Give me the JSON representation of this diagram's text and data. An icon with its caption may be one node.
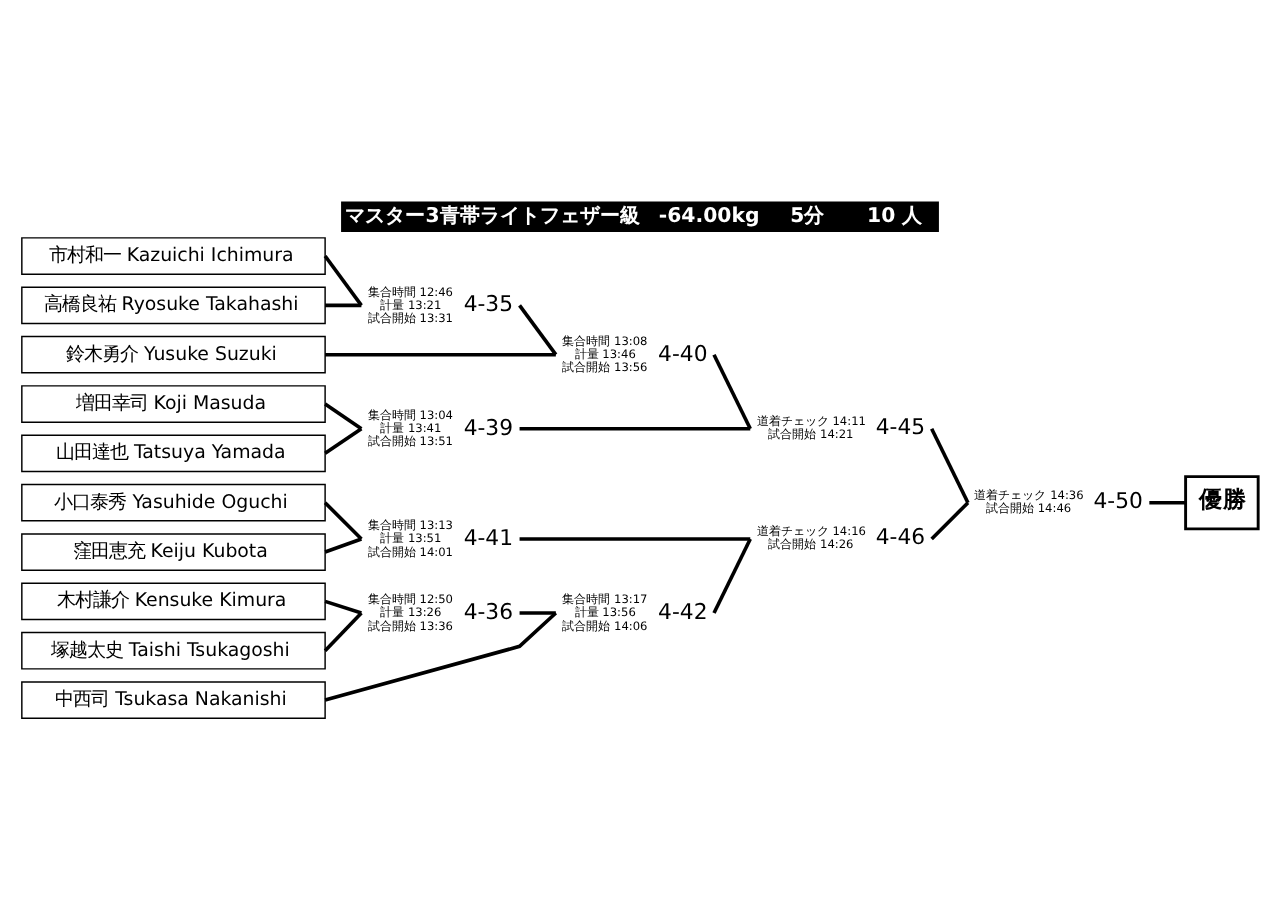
{
  "diagram": {
    "title": "マスター3青帯ライトフェザー級",
    "nodes": [
      {
        "text": [
          "市村和一 Kazuichi Ichimura"
        ]
      },
      {
        "text": [
          "高橋良祐 Ryosuke Takahashi"
        ]
      },
      {
        "text": [
          "鈴木勇介 Yusuke Suzuki"
        ]
      },
      {
        "text": [
          "増田幸司 Koji Masuda"
        ]
      },
      {
        "text": [
          "山田達也 Tatsuya Yamada"
        ]
      },
      {
        "text": [
          "小口泰秀 Yasuhide Oguchi"
        ]
      },
      {
        "text": [
          "窪田恵充 Keiju Kubota"
        ]
      },
      {
        "text": [
          "木村謙介 Kensuke Kimura"
        ]
      },
      {
        "text": [
          "塚越太史 Taishi Tsukagoshi"
        ]
      },
      {
        "text": [
          "中西司 Tsukasa Nakanishi"
        ]
      },
      {
        "text": [
          "4-35"
        ],
        "beside": [
          "集合時間 12:46",
          "計量 13:21",
          "試合開始 13:31"
        ]
      },
      {
        "text": [
          "4-40"
        ],
        "beside": [
          "集合時間 13:08",
          "計量 13:46",
          "試合開始 13:56"
        ]
      },
      {
        "text": [
          "4-45"
        ],
        "beside": [
          "道着チェック 14:11",
          "試合開始 14:21"
        ]
      },
      {
        "text": [
          "4-39"
        ],
        "beside": [
          "集合時間 13:04",
          "計量 13:41",
          "試合開始 13:51"
        ]
      },
      {
        "text": [
          "4-50"
        ],
        "beside": [
          "道着チェック 14:36",
          "試合開始 14:46"
        ]
      },
      {
        "text": [
          "優勝"
        ]
      },
      {
        "text": [
          "4-41"
        ],
        "beside": [
          "集合時間 13:13",
          "計量 13:51",
          "試合開始 14:01"
        ]
      },
      {
        "text": [
          "4-46"
        ],
        "beside": [
          "道着チェック 14:16",
          "試合開始 14:26"
        ]
      },
      {
        "text": [
          "4-36"
        ],
        "beside": [
          "集合時間 12:50",
          "計量 13:26",
          "試合開始 13:36"
        ]
      },
      {
        "text": [
          "4-42"
        ],
        "beside": [
          "集合時間 13:17",
          "計量 13:56",
          "試合開始 14:06"
        ]
      }
    ],
    "edges": [
      {
        "from": 0,
        "to": 10,
        "arrow": "none"
      },
      {
        "from": 1,
        "to": 10,
        "arrow": "none"
      },
      {
        "from": 10,
        "to": 11,
        "arrow": "none"
      },
      {
        "from": 2,
        "to": 11,
        "arrow": "none"
      },
      {
        "from": 11,
        "to": 12,
        "arrow": "none"
      },
      {
        "from": 3,
        "to": 13,
        "arrow": "none"
      },
      {
        "from": 4,
        "to": 13,
        "arrow": "none"
      },
      {
        "from": 13,
        "to": 12,
        "arrow": "none"
      },
      {
        "from": 12,
        "to": 14,
        "arrow": "none"
      },
      {
        "from": 5,
        "to": 16,
        "arrow": "none"
      },
      {
        "from": 6,
        "to": 16,
        "arrow": "none"
      },
      {
        "from": 7,
        "to": 18,
        "arrow": "none"
      },
      {
        "from": 8,
        "to": 18,
        "arrow": "none"
      },
      {
        "from": 18,
        "to": 19,
        "arrow": "none"
      },
      {
        "from": 9,
        "to": 19,
        "arrow": "none"
      },
      {
        "from": 16,
        "to": 17,
        "arrow": "none"
      },
      {
        "from": 19,
        "to": 17,
        "arrow": "none"
      },
      {
        "from": 17,
        "to": 14,
        "arrow": "none"
      },
      {
        "from": 14,
        "to": 15,
        "arrow": "none"
      }
    ],
    "labels": [
      "-64.00kg",
      "5分",
      "10 人"
    ]
  }
}
